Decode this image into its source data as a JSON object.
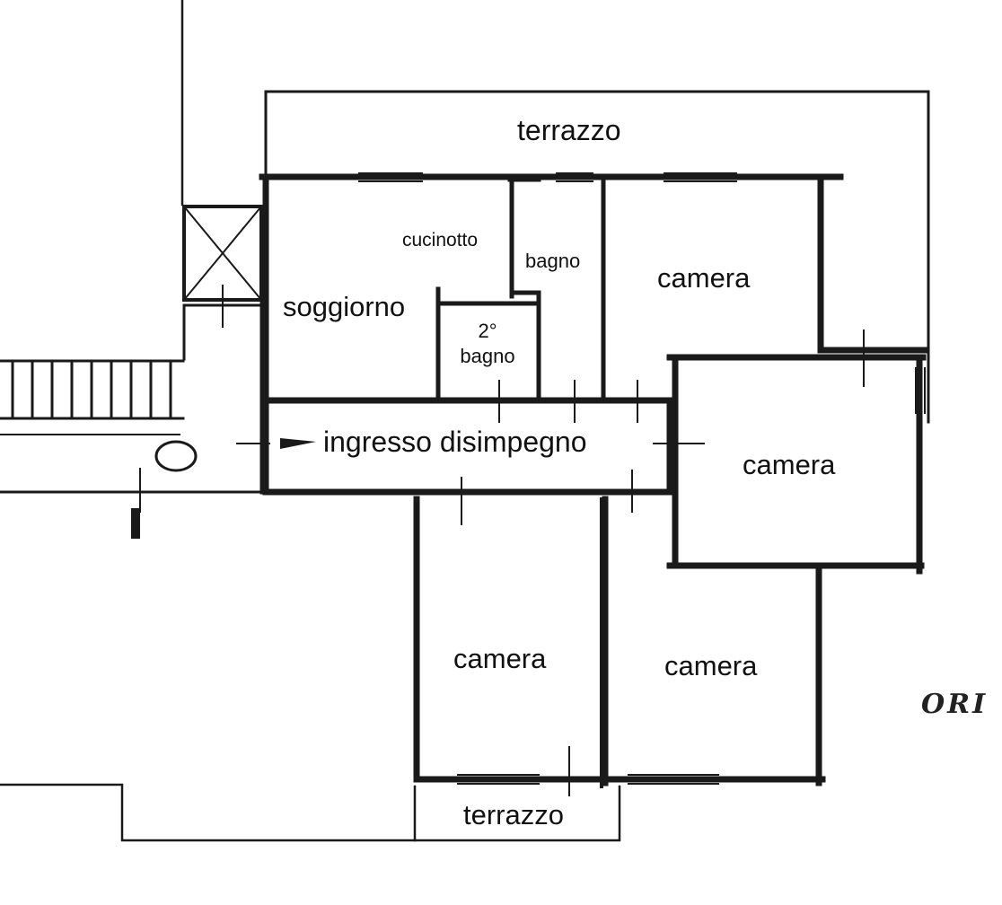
{
  "plan": {
    "rooms": {
      "terrazzo_top": "terrazzo",
      "cucinotto": "cucinotto",
      "bagno": "bagno",
      "soggiorno": "soggiorno",
      "secondo_bagno_line1": "2°",
      "secondo_bagno_line2": "bagno",
      "camera_top_right": "camera",
      "ingresso": "ingresso disimpegno",
      "camera_right": "camera",
      "camera_bottom_left": "camera",
      "camera_bottom_right": "camera",
      "terrazzo_bottom": "terrazzo"
    },
    "orientation_fragment": "ORI",
    "colors": {
      "wall": "#1a1a1a",
      "paper": "#ffffff",
      "text": "#111111"
    }
  }
}
